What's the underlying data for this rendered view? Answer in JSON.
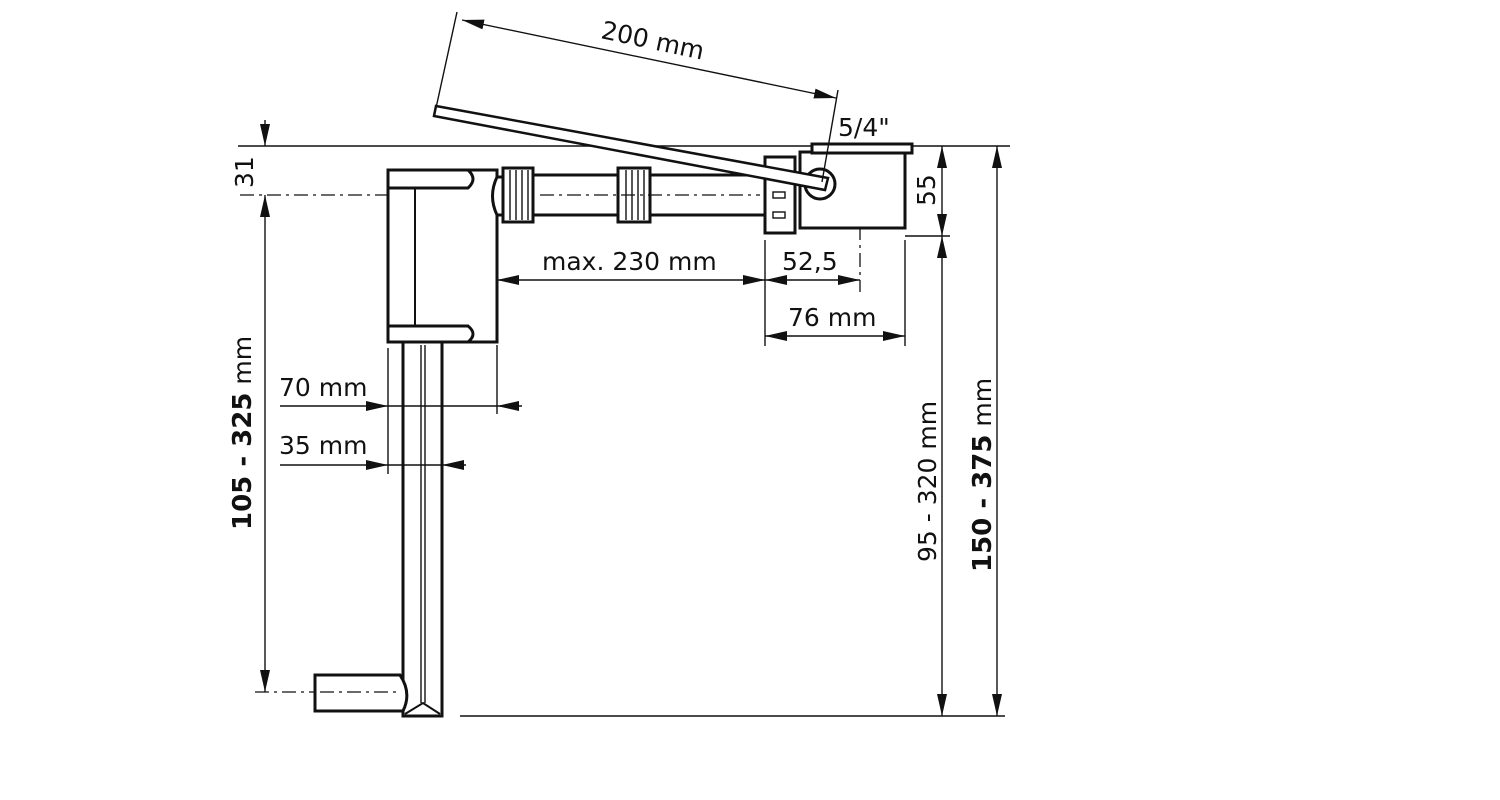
{
  "drawing": {
    "lever_length": "200 mm",
    "thread_size": "5/4\"",
    "outlet_height": "55",
    "offset_top": "31",
    "max_extension": "max.  230 mm",
    "center_offset": "52,5",
    "body_width": "76 mm",
    "trap_width": "70 mm",
    "pipe_width": "35 mm",
    "left_height": {
      "bold": "105 - 325",
      "unit": " mm"
    },
    "inner_height": "95 - 320 mm",
    "total_height": {
      "bold": "150 - 375",
      "unit": " mm"
    }
  },
  "colors": {
    "line": "#111111",
    "background": "#ffffff"
  }
}
